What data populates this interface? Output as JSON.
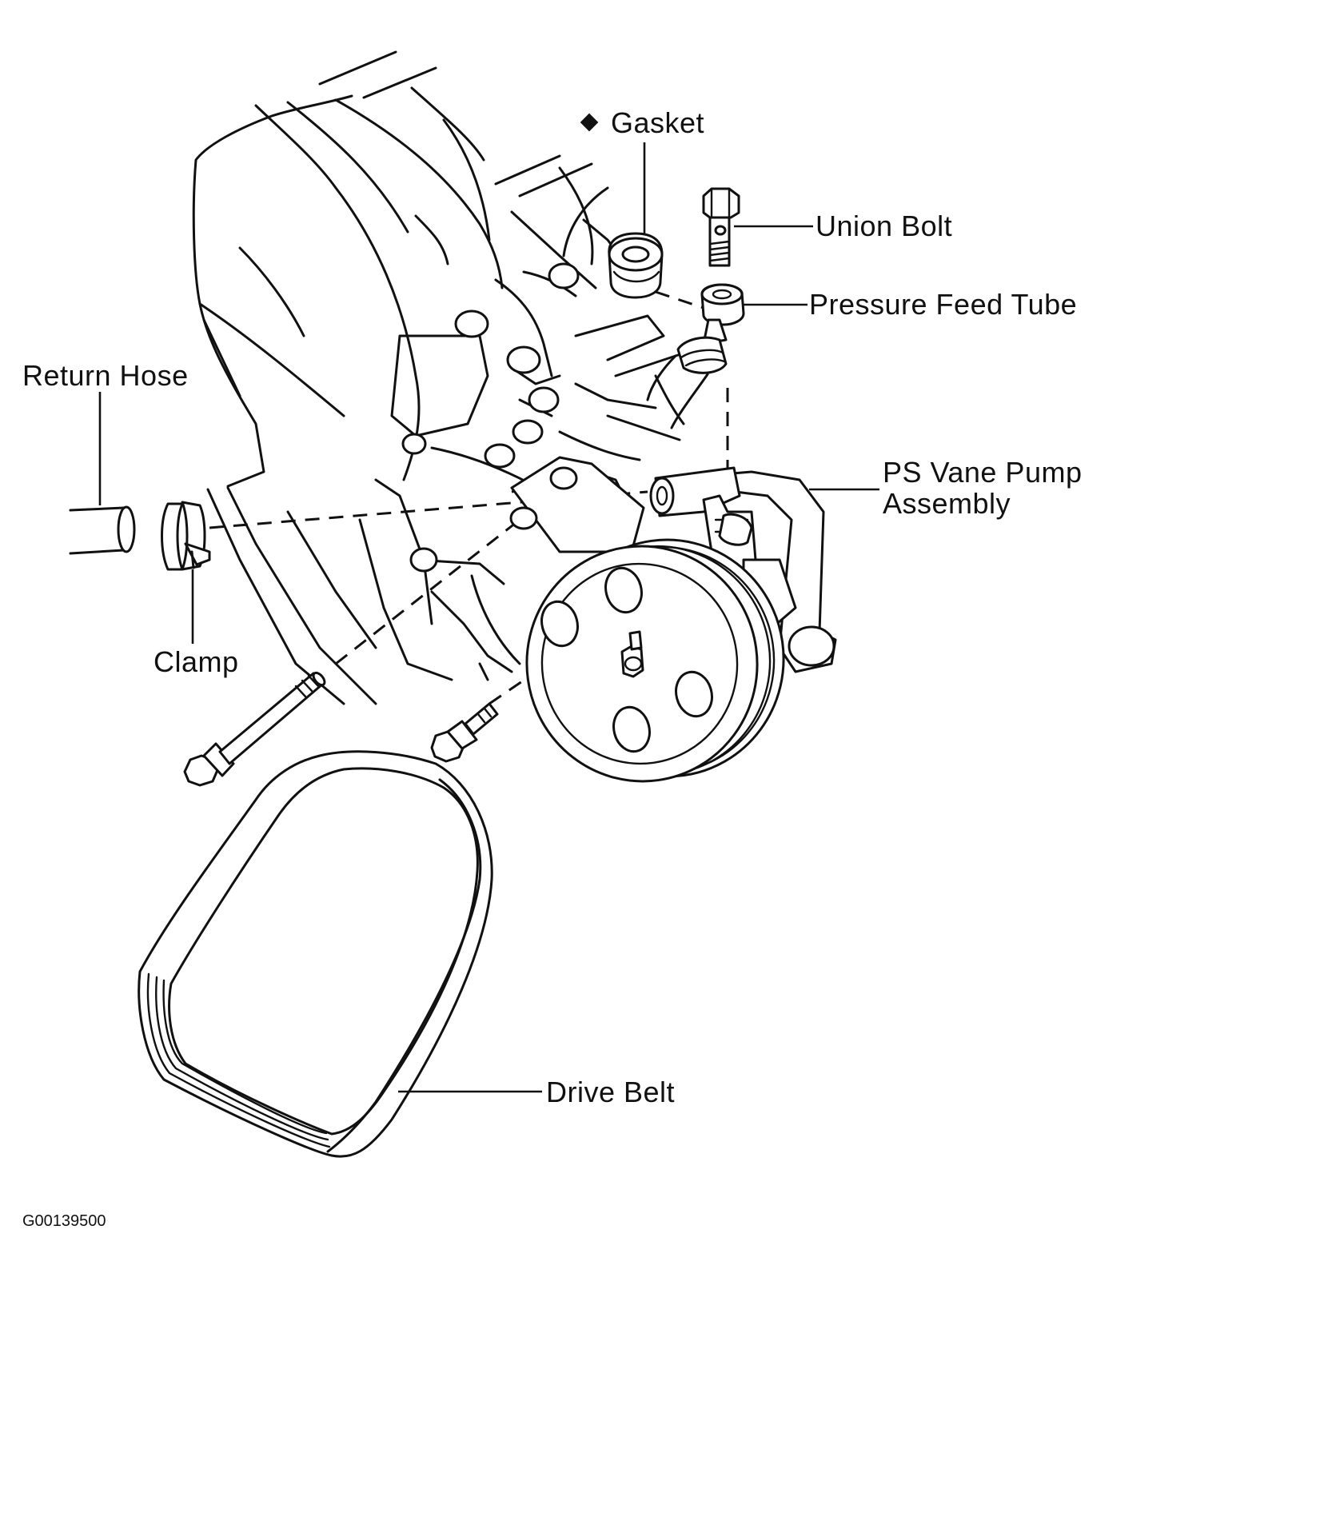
{
  "labels": {
    "gasket": "Gasket",
    "gasket_marker": "◆",
    "union_bolt": "Union Bolt",
    "pressure_feed_tube": "Pressure Feed Tube",
    "return_hose": "Return Hose",
    "ps_vane_pump_line1": "PS Vane Pump",
    "ps_vane_pump_line2": "Assembly",
    "clamp": "Clamp",
    "drive_belt": "Drive Belt"
  },
  "figure_code": "G00139500"
}
